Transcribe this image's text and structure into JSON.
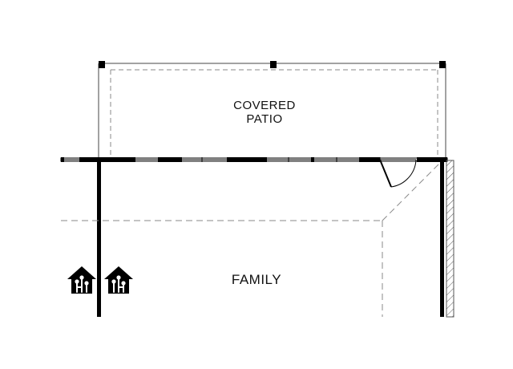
{
  "rooms": {
    "patio": {
      "line1": "COVERED",
      "line2": "PATIO"
    },
    "family": {
      "name": "FAMILY"
    }
  },
  "icons": {
    "first": "smart-home-icon",
    "second": "smart-home-icon"
  },
  "colors": {
    "wall": "#000000",
    "dashed": "#8a8a8a",
    "background": "#ffffff"
  }
}
